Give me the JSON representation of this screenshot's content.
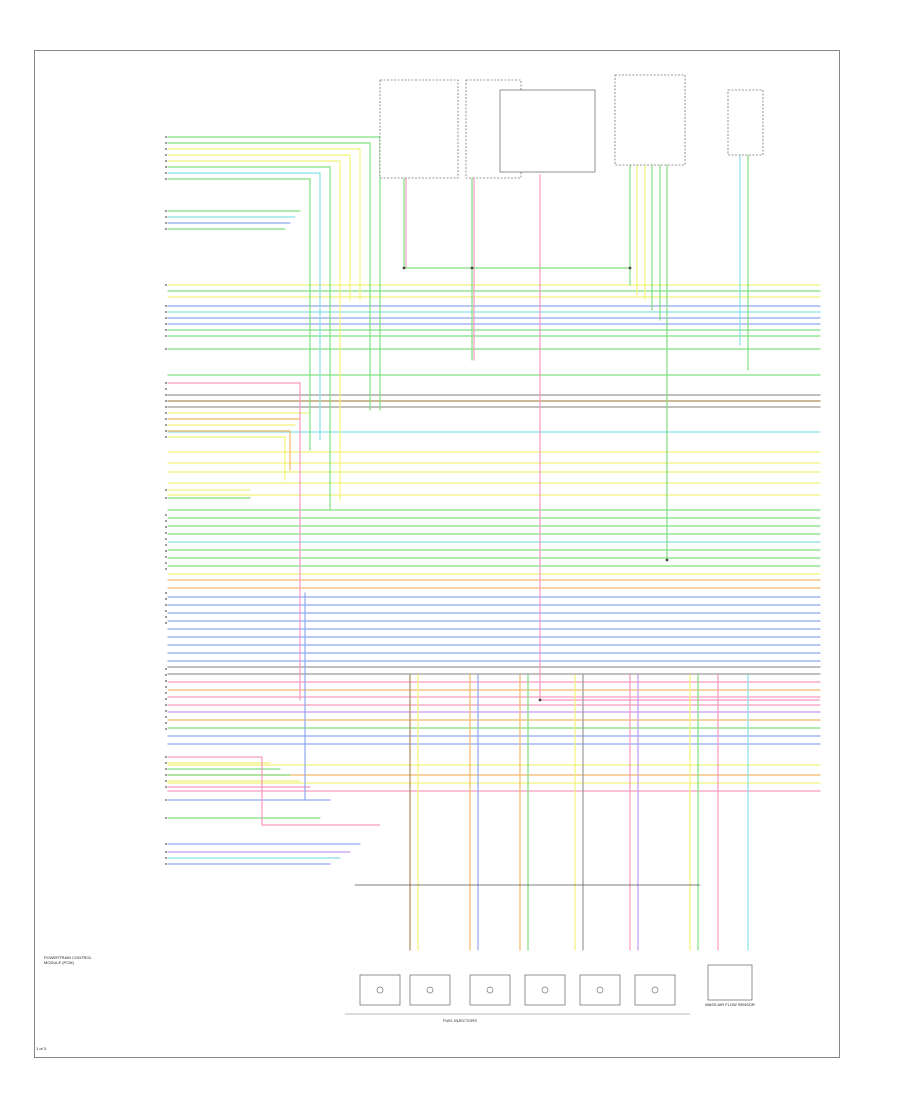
{
  "document": {
    "page_number": "1 of 3",
    "pcm_title": "POWERTRAIN CONTROL MODULE (PCM)",
    "injectors_title": "FUEL INJECTORS",
    "mafs_title": "MASS AIR FLOW SENSOR"
  },
  "colors": {
    "green": "#7fe07f",
    "yellow": "#f2f27a",
    "pink": "#f59ac0",
    "blue": "#8fa8f0",
    "orange": "#f5b86a",
    "gray": "#9a9a9a",
    "brown": "#b08a5a",
    "cyan": "#88e0e8",
    "violet": "#c39af0",
    "black": "#333333"
  }
}
